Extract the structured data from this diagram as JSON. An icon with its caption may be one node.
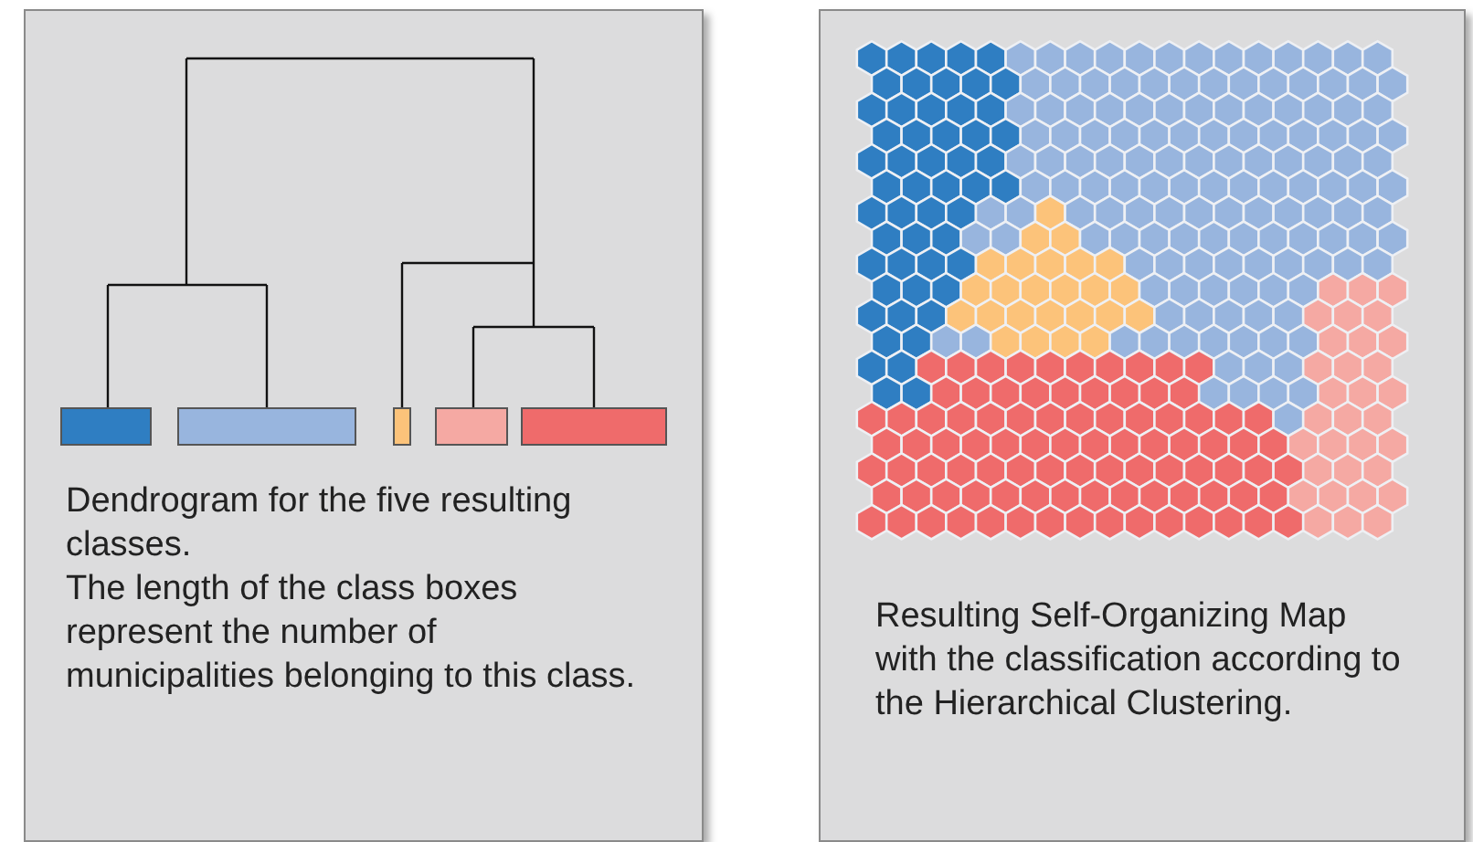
{
  "diagram": {
    "nodes": [
      {
        "text": [
          "Dendrogram for the five resulting classes.",
          "The length of the class boxes represent the number of municipalities belonging to this class."
        ]
      },
      {
        "text": [],
        "shape": "bar",
        "in": 0
      },
      {
        "text": [],
        "shape": "bar",
        "in": 0
      },
      {
        "text": [],
        "shape": "bar",
        "in": 0
      },
      {
        "text": [],
        "shape": "bar",
        "in": 0
      },
      {
        "text": [],
        "shape": "bar",
        "in": 0
      },
      {
        "text": [
          "Resulting Self-Organizing Map with the classification according to the Hierarchical Clustering."
        ]
      },
      {
        "text": [],
        "shape": "picture",
        "in": 6
      }
    ]
  }
}
